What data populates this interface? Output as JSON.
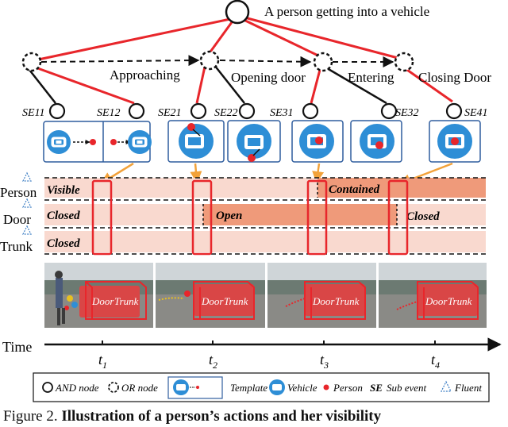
{
  "root_label": "A person getting into a vehicle",
  "or_nodes": [
    "Approaching",
    "Opening door",
    "Entering",
    "Closing Door"
  ],
  "sub_events": [
    "SE11",
    "SE12",
    "SE21",
    "SE22",
    "SE31",
    "SE32",
    "SE41"
  ],
  "fluents": {
    "row_labels": [
      "Person",
      "Door",
      "Trunk"
    ],
    "person": [
      "Visible",
      "Contained"
    ],
    "door": [
      "Closed",
      "Open",
      "Closed"
    ],
    "trunk": [
      "Closed"
    ]
  },
  "video_overlay": {
    "door": "Door",
    "trunk": "Trunk"
  },
  "time": {
    "label": "Time",
    "ticks": [
      "t",
      "t",
      "t",
      "t"
    ],
    "subs": [
      "1",
      "2",
      "3",
      "4"
    ]
  },
  "legend": {
    "and_node": "AND node",
    "or_node": "OR node",
    "template": "Template",
    "vehicle": "Vehicle",
    "person": "Person",
    "se_abbr": "SE",
    "se_text": "Sub event",
    "fluent": "Fluent"
  },
  "caption": {
    "prefix": "Figure 2.",
    "bold": "Illustration of a person’s actions and her visibility"
  },
  "colors": {
    "red": "#e8262b",
    "orange": "#f2a23a",
    "fluent_light": "#f9d9cf",
    "fluent_dark": "#ef9a7a",
    "circle_blue": "#2e8ed6",
    "box_border": "#2f5d9e",
    "fluent_triangle": "#3e7fc4"
  }
}
